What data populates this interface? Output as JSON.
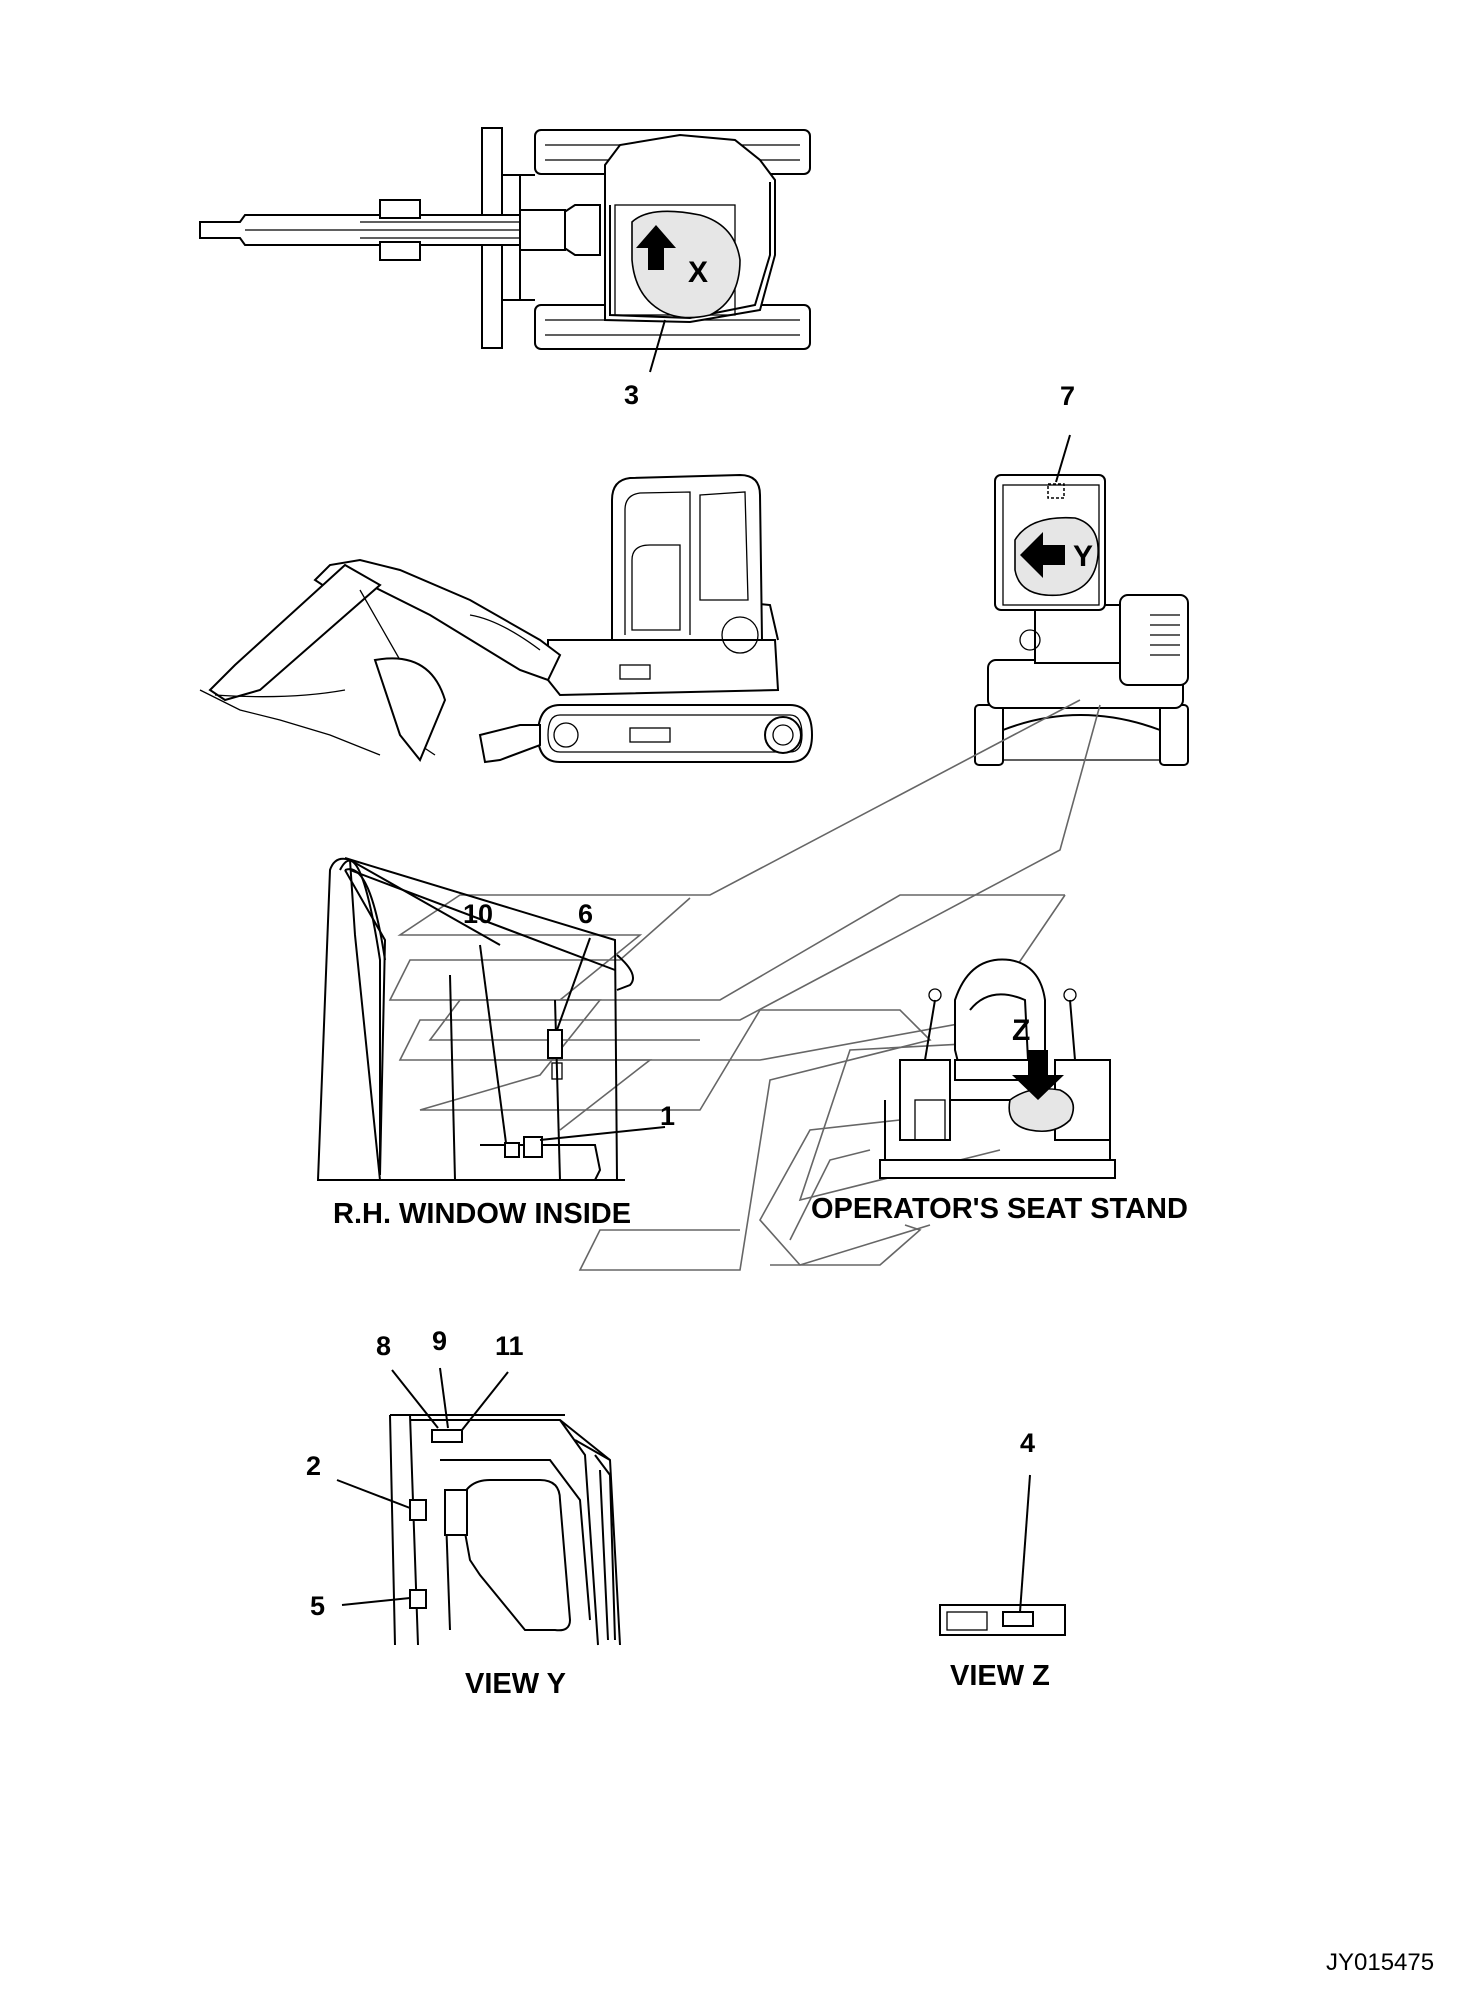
{
  "callouts": {
    "c1": "1",
    "c2": "2",
    "c3": "3",
    "c4": "4",
    "c5": "5",
    "c6": "6",
    "c7": "7",
    "c8": "8",
    "c9": "9",
    "c10": "10",
    "c11": "11"
  },
  "view_letters": {
    "x": "X",
    "y": "Y",
    "z": "Z"
  },
  "captions": {
    "rh_window_inside": "R.H. WINDOW INSIDE",
    "operators_seat_stand": "OPERATOR'S SEAT STAND",
    "view_y": "VIEW Y",
    "view_z": "VIEW Z"
  },
  "drawing_number": "JY015475"
}
